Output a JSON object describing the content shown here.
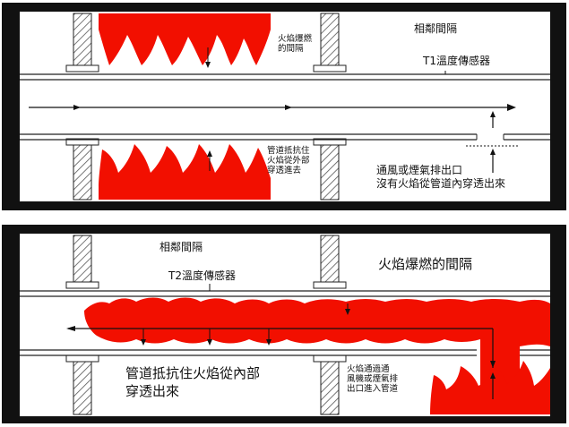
{
  "top": {
    "label_fire_room": [
      "火焰爆燃",
      "的間隔"
    ],
    "label_adjacent": "相鄰間隔",
    "label_sensor": "T1溫度傳感器",
    "label_pipe_resists": [
      "管道抵抗住",
      "火焰從外部",
      "穿透進去"
    ],
    "label_no_flame": [
      "通風或煙氣排出口",
      "沒有火焰從管道內穿透出來"
    ]
  },
  "bottom": {
    "label_adjacent": "相鄰間隔",
    "label_sensor": "T2溫度傳感器",
    "label_fire_room": "火焰爆燃的間隔",
    "label_pipe_resists": [
      "管道抵抗住火焰從內部",
      "穿透出來"
    ],
    "label_flame_enters": [
      "火焰通過通",
      "風機或煙氣排",
      "出口進入管道"
    ]
  },
  "colors": {
    "fire": "#f20f00",
    "frame": "#111111",
    "paper": "#ffffff",
    "hatch": "#555555"
  }
}
